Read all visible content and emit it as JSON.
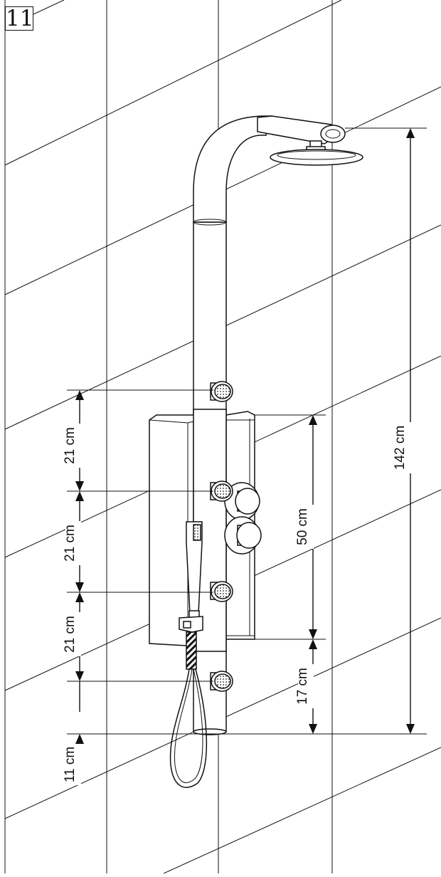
{
  "step_number": "11",
  "dimensions": {
    "total_height": "142 cm",
    "panel_height": "50 cm",
    "panel_to_bottom": "17 cm",
    "jet_spacing_1": "21 cm",
    "jet_spacing_2": "21 cm",
    "jet_spacing_3": "21 cm",
    "bottom_jet_to_end": "11 cm"
  },
  "line_color": "#111111"
}
